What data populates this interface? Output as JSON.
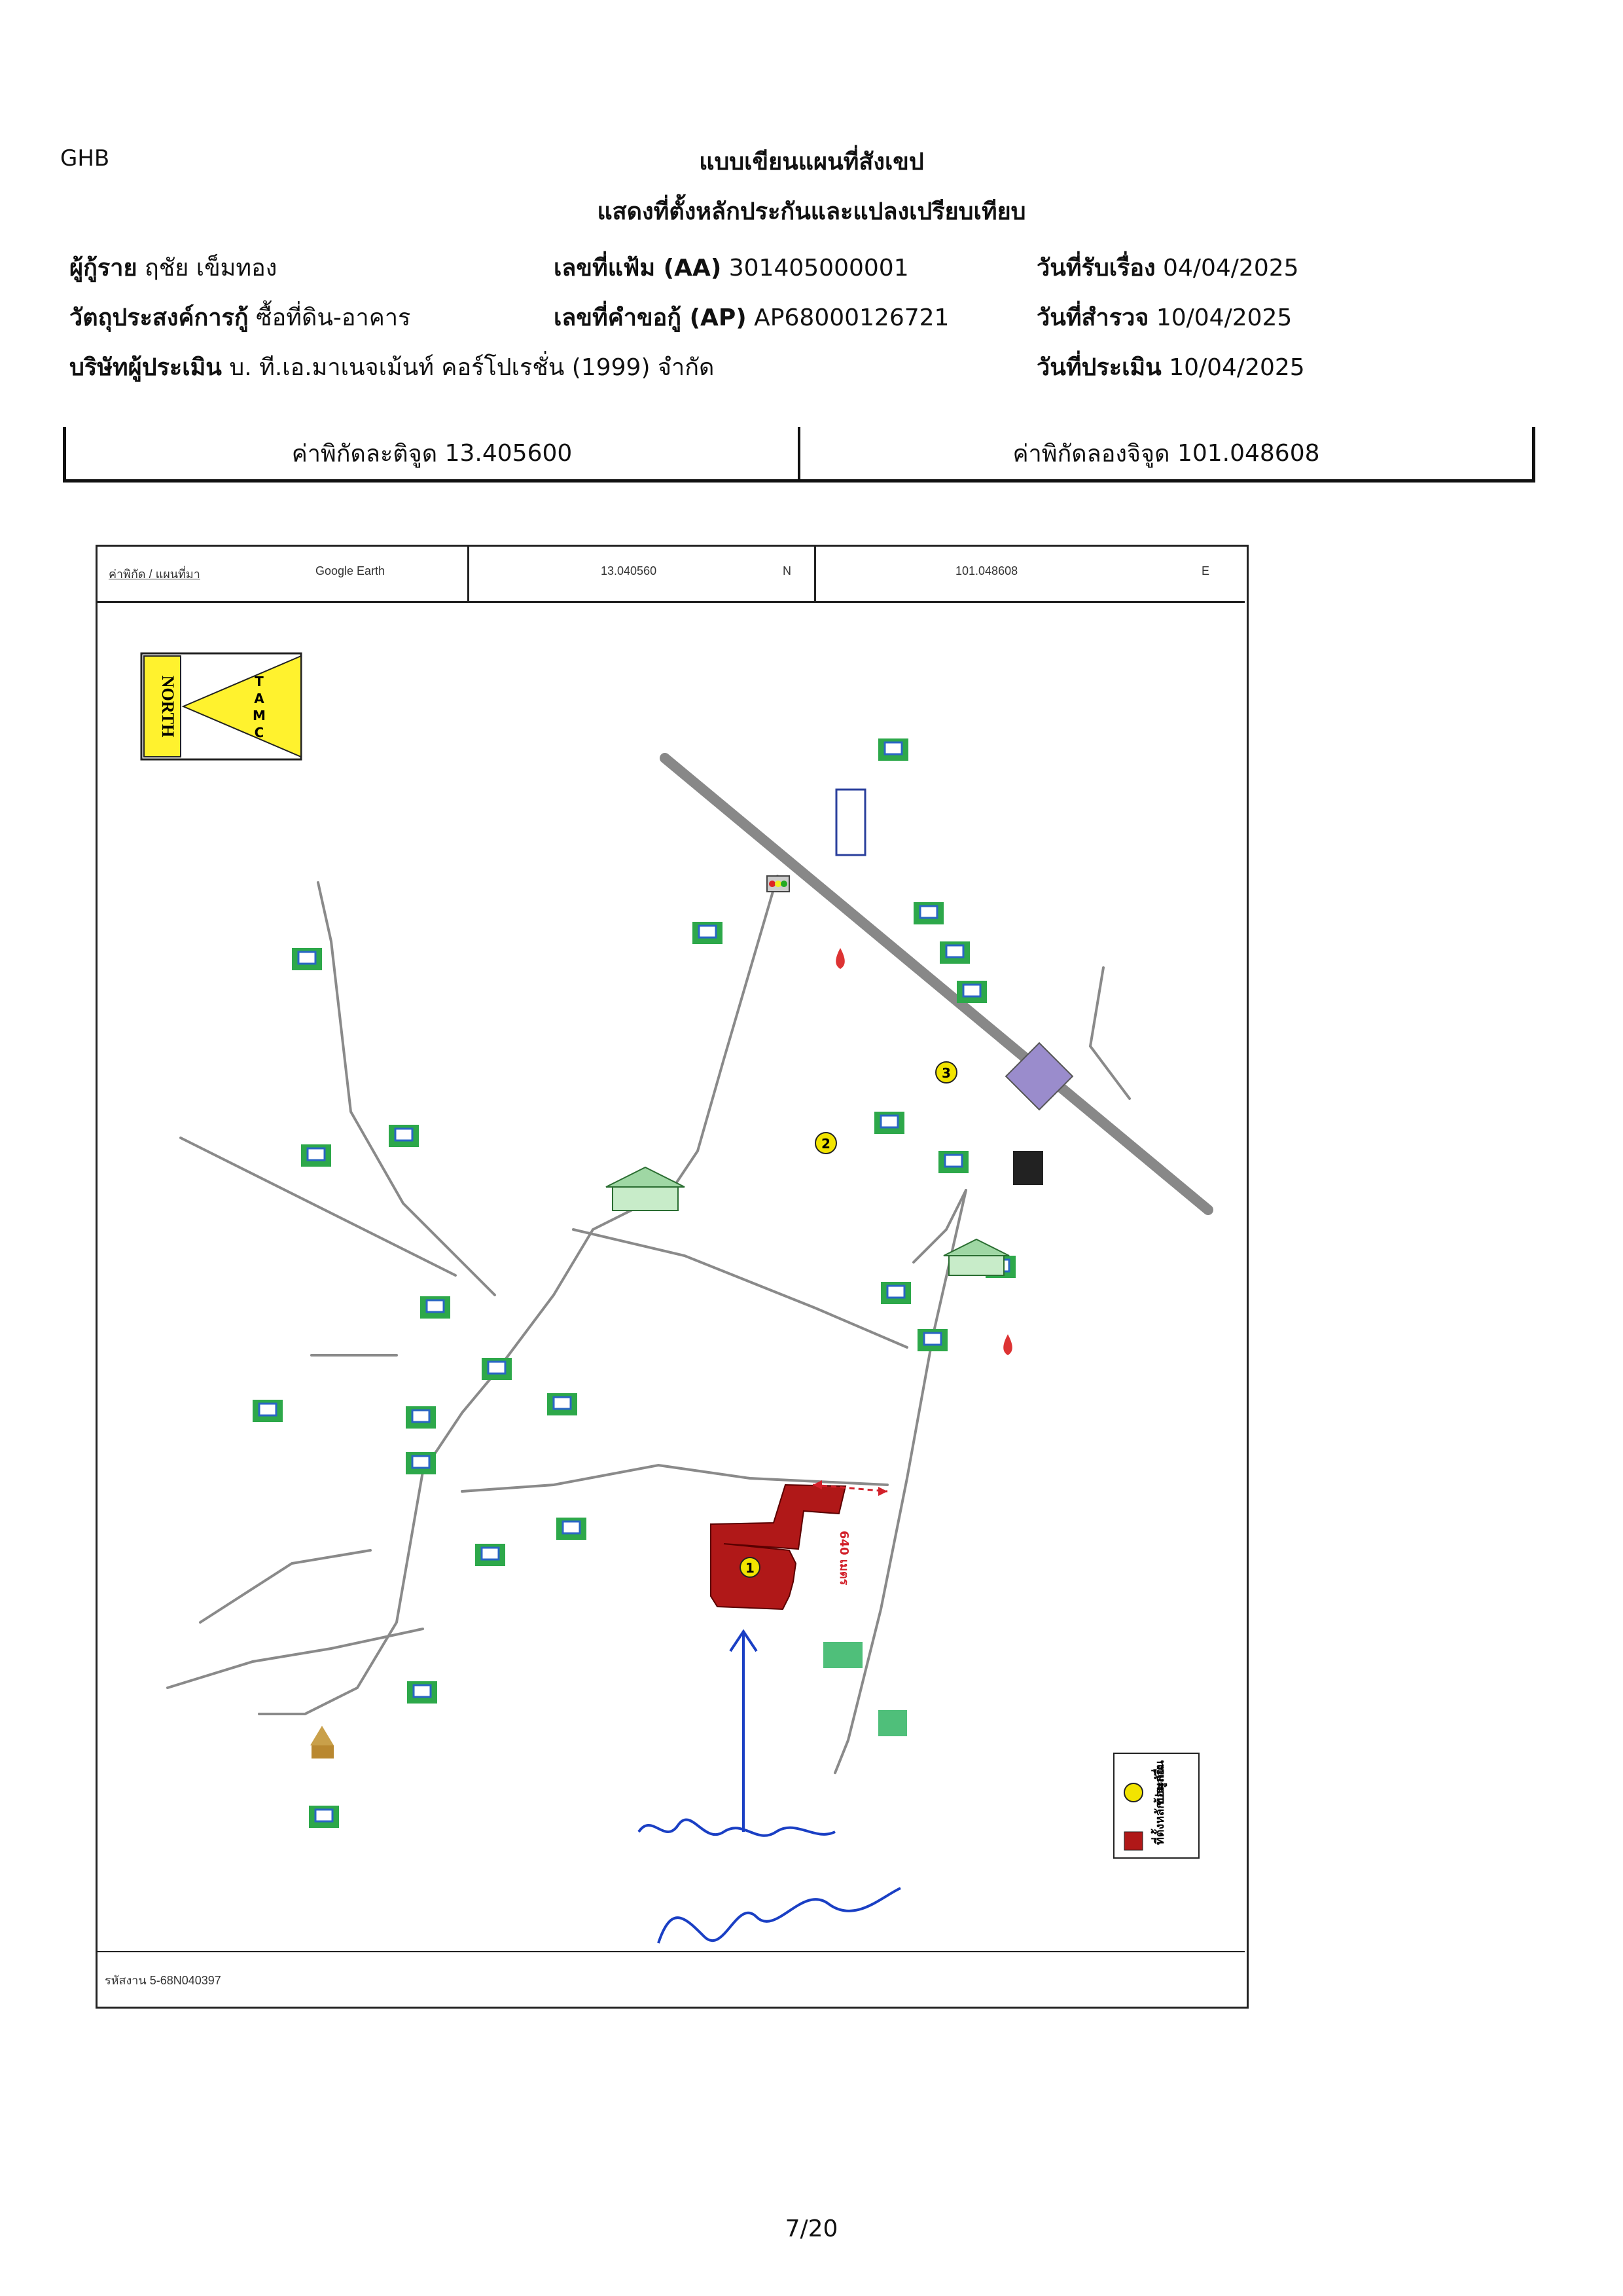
{
  "header": {
    "doc_code": "GHB",
    "title_line1": "แบบเขียนแผนที่สังเขป",
    "title_line2": "แสดงที่ตั้งหลักประกันและแปลงเปรียบเทียบ"
  },
  "info": {
    "borrower_label": "ผู้กู้ราย",
    "borrower_value": "ฤชัย เข็มทอง",
    "purpose_label": "วัตถุประสงค์การกู้",
    "purpose_value": "ซื้อที่ดิน-อาคาร",
    "appraiser_label": "บริษัทผู้ประเมิน",
    "appraiser_value": "บ. ที.เอ.มาเนจเม้นท์ คอร์โปเรชั่น (1999) จำกัด",
    "file_no_label": "เลขที่แฟ้ม (AA)",
    "file_no_value": "301405000001",
    "request_no_label": "เลขที่คำขอกู้ (AP)",
    "request_no_value": "AP68000126721",
    "received_label": "วันที่รับเรื่อง",
    "received_value": "04/04/2025",
    "survey_label": "วันที่สำรวจ",
    "survey_value": "10/04/2025",
    "appraisal_label": "วันที่ประเมิน",
    "appraisal_value": "10/04/2025"
  },
  "coordinates": {
    "lat_label": "ค่าพิกัดละติจูด",
    "lat_value": "13.405600",
    "lon_label": "ค่าพิกัดลองจิจูด",
    "lon_value": "101.048608"
  },
  "map": {
    "header_label": "ค่าพิกัด / แผนที่มา",
    "source": "Google Earth",
    "lat": "13.040560",
    "lat_dir": "N",
    "lon": "101.048608",
    "lon_dir": "E",
    "north_label": "NORTH",
    "logo_letters": [
      "T",
      "A",
      "M",
      "C"
    ],
    "distance_label": "640 เมตร",
    "subject_number": "1",
    "legend": {
      "subject": "ที่ตั้งหลักประกัน",
      "info": "ข้อมูลอื่น"
    },
    "footer_code": "รหัสงาน 5-68N040397",
    "colors": {
      "subject_fill": "#b01818",
      "marker_yellow": "#f2e400",
      "arrow_blue": "#1a3fc4",
      "distance_red": "#d2202a",
      "road_gray": "#8a8a8a",
      "condo_purple": "#9a8ccc"
    }
  },
  "page": {
    "number": "7/20"
  }
}
